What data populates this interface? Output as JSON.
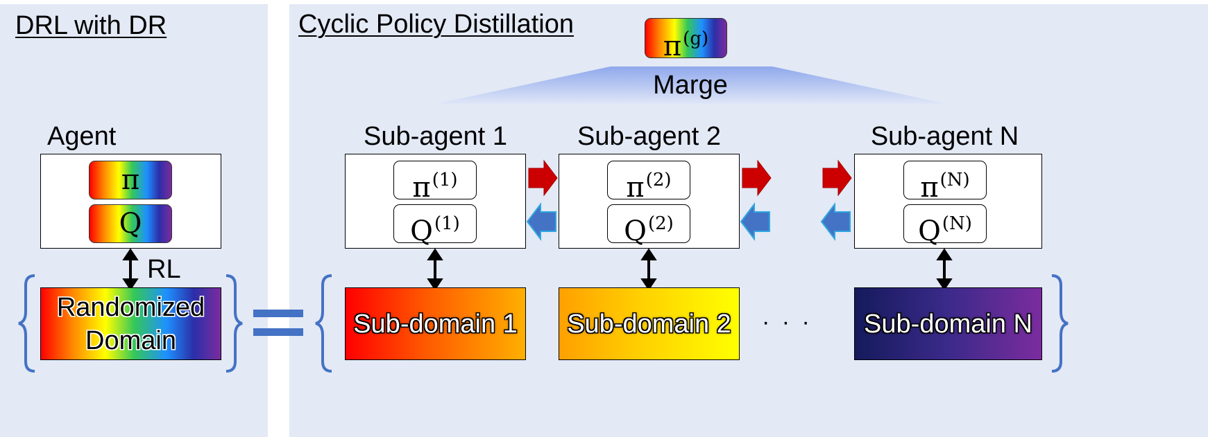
{
  "left_panel": {
    "heading": "DRL with DR",
    "agent_label": "Agent",
    "policy_symbol": "π",
    "q_symbol": "Q",
    "rl_label": "RL",
    "domain_label_line1": "Randomized",
    "domain_label_line2": "Domain"
  },
  "right_panel": {
    "heading": "Cyclic Policy Distillation",
    "global_policy": {
      "symbol": "π",
      "superscript": "(g)"
    },
    "merge_label": "Marge",
    "ellipsis": "· · ·",
    "sub_agents": [
      {
        "label": "Sub-agent 1",
        "pi": "π",
        "q": "Q",
        "sup": "(1)",
        "domain": "Sub-domain 1"
      },
      {
        "label": "Sub-agent 2",
        "pi": "π",
        "q": "Q",
        "sup": "(2)",
        "domain": "Sub-domain 2"
      },
      {
        "label": "Sub-agent N",
        "pi": "π",
        "q": "Q",
        "sup": "(N)",
        "domain": "Sub-domain N"
      }
    ]
  },
  "colors": {
    "panel_bg": "#e3e9f5",
    "forward_arrow": "#cc0000",
    "backward_arrow": "#4472c4",
    "brace": "#4472c4",
    "equals": "#4472c4"
  }
}
